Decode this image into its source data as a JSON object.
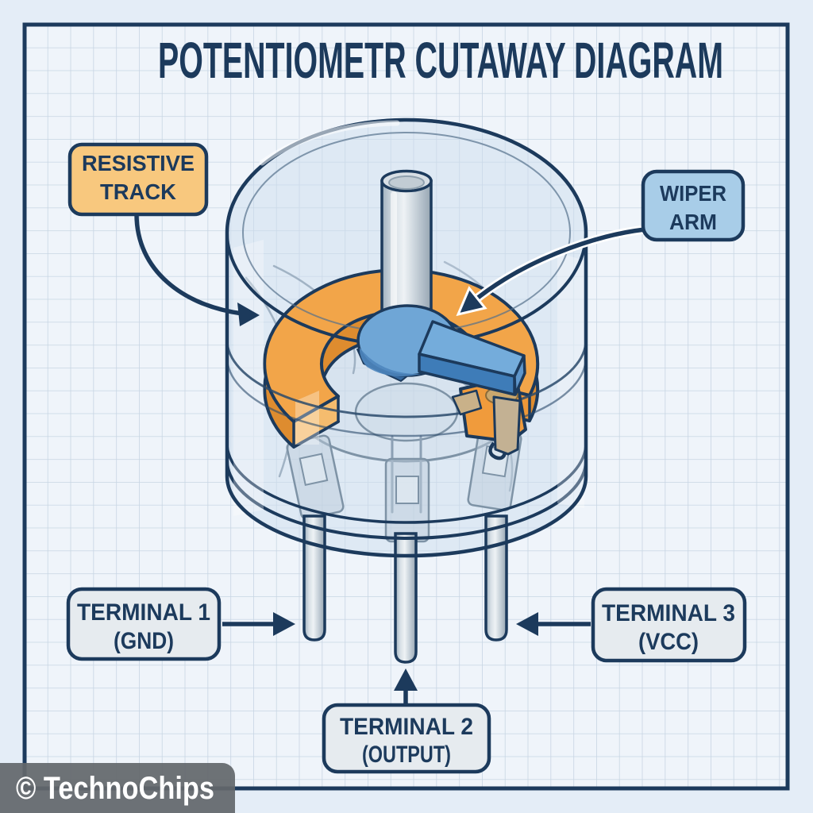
{
  "title": "POTENTIOMETR CUTAWAY DIAGRAM",
  "callouts": {
    "resistive_track": {
      "line1": "RESISTIVE",
      "line2": "TRACK"
    },
    "wiper_arm": {
      "line1": "WIPER",
      "line2": "ARM"
    }
  },
  "terminals": {
    "terminal1": {
      "line1": "TERMINAL 1",
      "line2": "(GND)"
    },
    "terminal2": {
      "line1": "TERMINAL 2",
      "line2": "(OUTPUT)"
    },
    "terminal3": {
      "line1": "TERMINAL 3",
      "line2": "(VCC)"
    }
  },
  "watermark": "© TechnoChips",
  "colors": {
    "navy": "#1C3A5C",
    "orange_track_top": "#F2A549",
    "orange_track_side": "#DE8C2F",
    "orange_label_fill": "#F8C87E",
    "wiper_blue_top": "#74ACDB",
    "wiper_blue_side": "#3E7CB8",
    "blue_label_fill": "#A8CDE8",
    "gray_label_fill": "#E6EBEF",
    "paper_background": "#EFF4FA",
    "grid_line": "#C6D4E2",
    "contact_tan": "#C3B193",
    "watermark_bg": "#63676C"
  }
}
